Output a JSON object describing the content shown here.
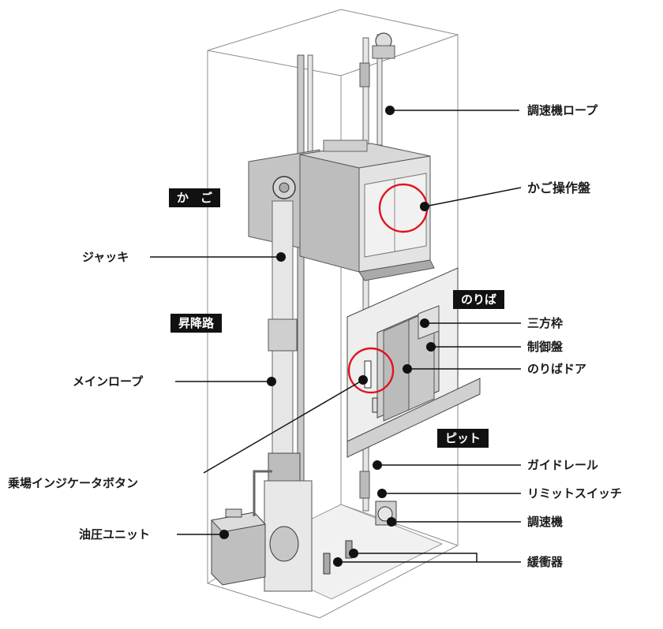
{
  "section_tags": {
    "car": "か　ご",
    "hoistway": "昇降路",
    "landing": "のりば",
    "pit": "ピット"
  },
  "labels": {
    "governor_rope": "調速機ロープ",
    "car_operating_panel": "かご操作盤",
    "jack": "ジャッキ",
    "main_rope": "メインロープ",
    "three_way_frame": "三方枠",
    "control_panel": "制御盤",
    "landing_door": "のりばドア",
    "hall_indicator_button": "乗場インジケータボタン",
    "guide_rail": "ガイドレール",
    "limit_switch": "リミットスイッチ",
    "hydraulic_unit": "油圧ユニット",
    "governor": "調速機",
    "buffer": "緩衝器"
  },
  "colors": {
    "highlight_circle": "#e0141e",
    "tag_background": "#111111",
    "line": "#888888",
    "fill_light": "#dcdcdc",
    "fill_mid": "#b9b9b9"
  }
}
